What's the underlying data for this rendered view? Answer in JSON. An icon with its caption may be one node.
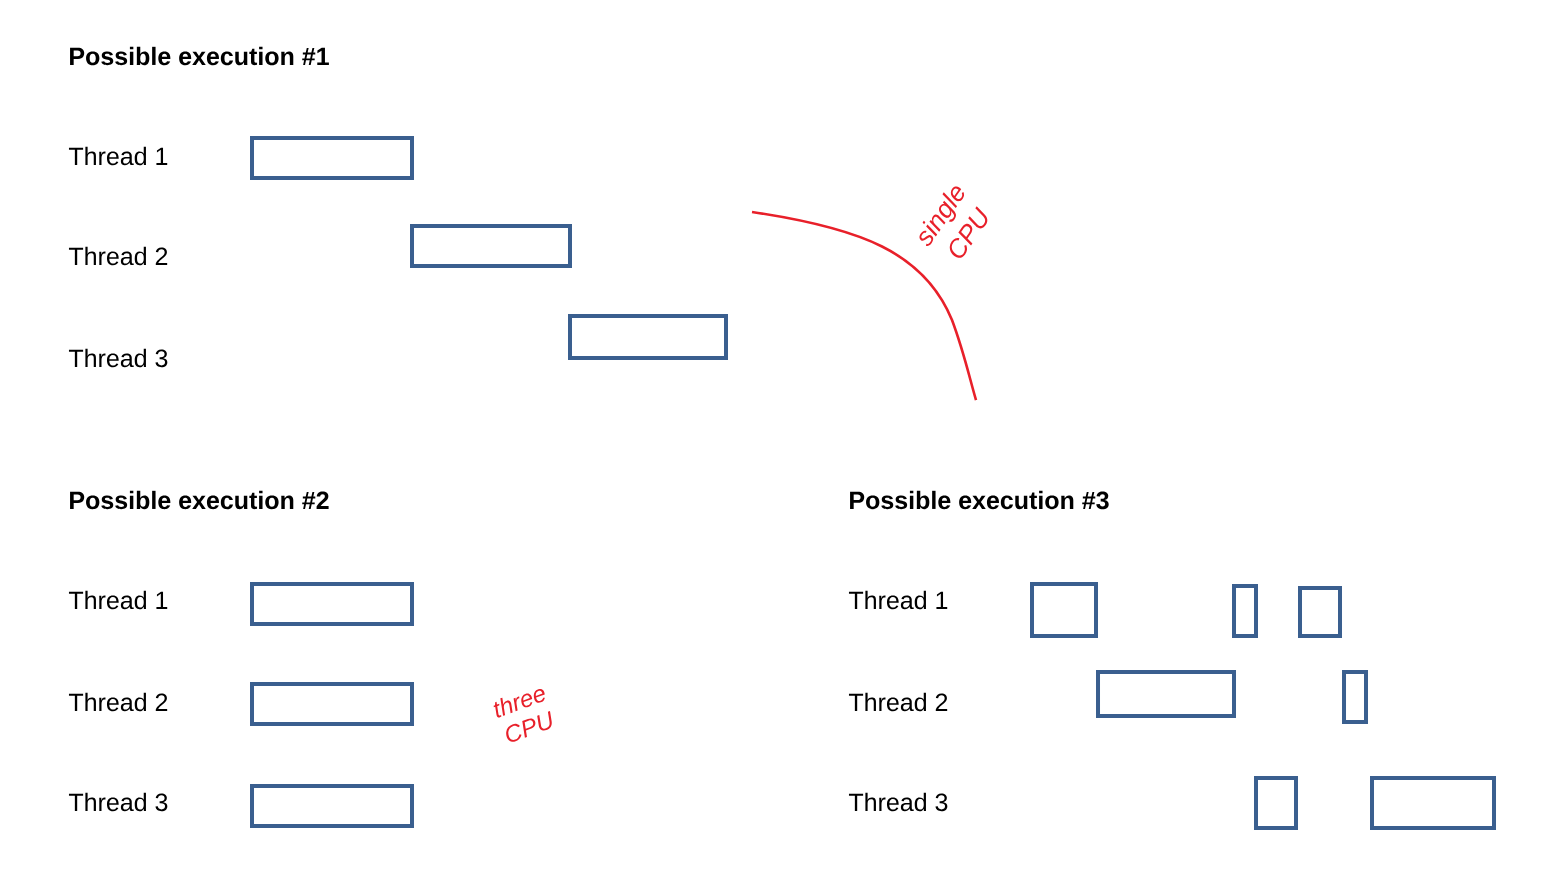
{
  "diagram": {
    "nodes": [
      {
        "text": [],
        "shape": "box"
      },
      {
        "text": [],
        "shape": "box"
      },
      {
        "text": [],
        "shape": "box"
      },
      {
        "text": [],
        "shape": "box"
      },
      {
        "text": [],
        "shape": "box"
      },
      {
        "text": [],
        "shape": "box"
      },
      {
        "text": [],
        "shape": "box"
      },
      {
        "text": [],
        "shape": "box"
      },
      {
        "text": [],
        "shape": "box"
      },
      {
        "text": [],
        "shape": "box"
      },
      {
        "text": [],
        "shape": "box"
      },
      {
        "text": [],
        "shape": "box"
      },
      {
        "text": [],
        "shape": "box"
      }
    ],
    "labels": [
      "Possible execution #1",
      "Thread 1",
      "Thread 2",
      "Thread 3",
      "single CPU",
      "Possible execution #2",
      "Possible execution #3",
      "Thread 1",
      "Thread 1",
      "three CPU",
      "Thread 2",
      "Thread 2",
      "Thread 3",
      "Thread 3"
    ]
  }
}
